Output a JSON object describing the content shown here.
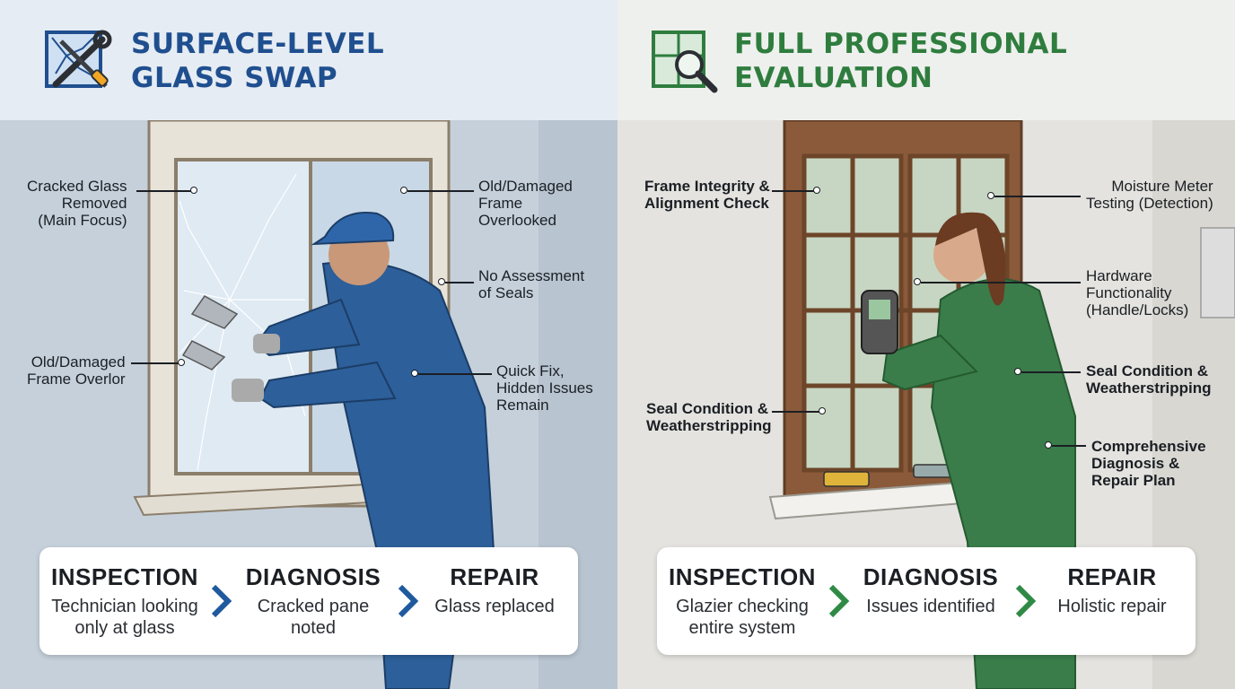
{
  "left": {
    "title_line1": "SURFACE-LEVEL",
    "title_line2": "GLASS SWAP",
    "icon": "broken-glass-tools-icon",
    "accent": "#1f5a9e",
    "callouts": {
      "cracked_glass": "Cracked Glass\nRemoved\n(Main Focus)",
      "old_frame_top": "Old/Damaged\nFrame\nOverlooked",
      "no_assessment": "No Assessment\nof Seals",
      "old_frame_left": "Old/Damaged\nFrame Overlor",
      "quick_fix": "Quick Fix,\nHidden Issues\nRemain"
    },
    "steps": [
      {
        "title": "INSPECTION",
        "desc": "Technician looking\nonly at glass"
      },
      {
        "title": "DIAGNOSIS",
        "desc": "Cracked pane\nnoted"
      },
      {
        "title": "REPAIR",
        "desc": "Glass replaced"
      }
    ]
  },
  "right": {
    "title_line1": "FULL PROFESSIONAL",
    "title_line2": "EVALUATION",
    "icon": "window-magnifier-icon",
    "accent": "#2f8a46",
    "callouts": {
      "frame_integrity": "Frame Integrity &\nAlignment Check",
      "moisture_meter": "Moisture Meter\nTesting (Detection)",
      "hardware": "Hardware\nFunctionality\n(Handle/Locks)",
      "seal_right": "Seal Condition &\nWeatherstripping",
      "seal_left": "Seal Condition &\nWeatherstripping",
      "comprehensive": "Comprehensive\nDiagnosis &\nRepair Plan"
    },
    "steps": [
      {
        "title": "INSPECTION",
        "desc": "Glazier checking\nentire system"
      },
      {
        "title": "DIAGNOSIS",
        "desc": "Issues identified"
      },
      {
        "title": "REPAIR",
        "desc": "Holistic repair"
      }
    ]
  }
}
